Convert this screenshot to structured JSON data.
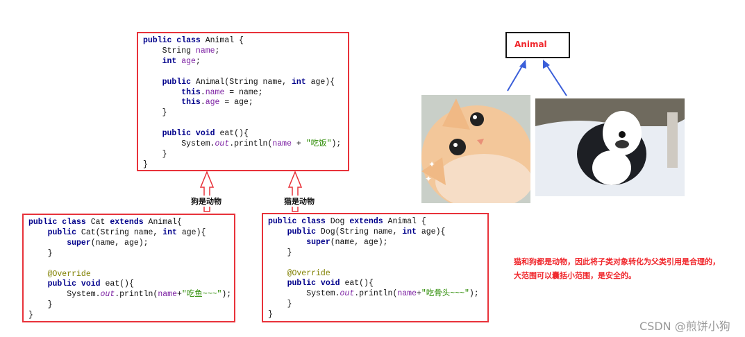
{
  "animal_class": {
    "lines": [
      [
        [
          "public class ",
          "kw"
        ],
        [
          "Animal {",
          ""
        ]
      ],
      [
        [
          "    String ",
          ""
        ],
        [
          "name",
          "fld"
        ],
        [
          ";",
          ""
        ]
      ],
      [
        [
          "    ",
          ""
        ],
        [
          "int ",
          "kw"
        ],
        [
          "age",
          "fld"
        ],
        [
          ";",
          ""
        ]
      ],
      [
        [
          "",
          ""
        ]
      ],
      [
        [
          "    ",
          ""
        ],
        [
          "public ",
          "kw"
        ],
        [
          "Animal(String name, ",
          ""
        ],
        [
          "int ",
          "kw"
        ],
        [
          "age){",
          ""
        ]
      ],
      [
        [
          "        ",
          ""
        ],
        [
          "this",
          "kw"
        ],
        [
          ".",
          ""
        ],
        [
          "name",
          "fld"
        ],
        [
          " = name;",
          ""
        ]
      ],
      [
        [
          "        ",
          ""
        ],
        [
          "this",
          "kw"
        ],
        [
          ".",
          ""
        ],
        [
          "age",
          "fld"
        ],
        [
          " = age;",
          ""
        ]
      ],
      [
        [
          "    }",
          ""
        ]
      ],
      [
        [
          "",
          ""
        ]
      ],
      [
        [
          "    ",
          ""
        ],
        [
          "public void ",
          "kw"
        ],
        [
          "eat(){",
          ""
        ]
      ],
      [
        [
          "        System.",
          ""
        ],
        [
          "out",
          "it"
        ],
        [
          ".println(",
          ""
        ],
        [
          "name",
          "fld"
        ],
        [
          " + ",
          ""
        ],
        [
          "\"吃饭\"",
          "str"
        ],
        [
          ");",
          ""
        ]
      ],
      [
        [
          "    }",
          ""
        ]
      ],
      [
        [
          "}",
          ""
        ]
      ]
    ]
  },
  "cat_class": {
    "lines": [
      [
        [
          "public class ",
          "kw"
        ],
        [
          "Cat ",
          ""
        ],
        [
          "extends ",
          "kw"
        ],
        [
          "Animal{",
          ""
        ]
      ],
      [
        [
          "    ",
          ""
        ],
        [
          "public ",
          "kw"
        ],
        [
          "Cat(String name, ",
          ""
        ],
        [
          "int ",
          "kw"
        ],
        [
          "age){",
          ""
        ]
      ],
      [
        [
          "        ",
          ""
        ],
        [
          "super",
          "kw"
        ],
        [
          "(name, age);",
          ""
        ]
      ],
      [
        [
          "    }",
          ""
        ]
      ],
      [
        [
          "",
          ""
        ]
      ],
      [
        [
          "    @Override",
          "ann"
        ]
      ],
      [
        [
          "    ",
          ""
        ],
        [
          "public void ",
          "kw"
        ],
        [
          "eat(){",
          ""
        ]
      ],
      [
        [
          "        System.",
          ""
        ],
        [
          "out",
          "it"
        ],
        [
          ".println(",
          ""
        ],
        [
          "name",
          "fld"
        ],
        [
          "+",
          ""
        ],
        [
          "\"吃鱼~~~\"",
          "str"
        ],
        [
          ");",
          ""
        ]
      ],
      [
        [
          "    }",
          ""
        ]
      ],
      [
        [
          "}",
          ""
        ]
      ]
    ]
  },
  "dog_class": {
    "lines": [
      [
        [
          "public class ",
          "kw"
        ],
        [
          "Dog ",
          ""
        ],
        [
          "extends ",
          "kw"
        ],
        [
          "Animal {",
          ""
        ]
      ],
      [
        [
          "    ",
          ""
        ],
        [
          "public ",
          "kw"
        ],
        [
          "Dog(String name, ",
          ""
        ],
        [
          "int ",
          "kw"
        ],
        [
          "age){",
          ""
        ]
      ],
      [
        [
          "        ",
          ""
        ],
        [
          "super",
          "kw"
        ],
        [
          "(name, age);",
          ""
        ]
      ],
      [
        [
          "    }",
          ""
        ]
      ],
      [
        [
          "",
          ""
        ]
      ],
      [
        [
          "    @Override",
          "ann"
        ]
      ],
      [
        [
          "    ",
          ""
        ],
        [
          "public void ",
          "kw"
        ],
        [
          "eat(){",
          ""
        ]
      ],
      [
        [
          "        System.",
          ""
        ],
        [
          "out",
          "it"
        ],
        [
          ".println(",
          ""
        ],
        [
          "name",
          "fld"
        ],
        [
          "+",
          ""
        ],
        [
          "\"吃骨头~~~\"",
          "str"
        ],
        [
          ");",
          ""
        ]
      ],
      [
        [
          "    }",
          ""
        ]
      ],
      [
        [
          "}",
          ""
        ]
      ]
    ]
  },
  "labels": {
    "dog_is_animal": "狗是动物",
    "cat_is_animal": "猫是动物"
  },
  "animal_node": "Animal",
  "note": {
    "line1": "猫和狗都是动物，因此将子类对象转化为父类引用是合理的，",
    "line2": "大范围可以囊括小范围，是安全的。"
  },
  "watermark": "CSDN @煎饼小狗",
  "colors": {
    "border": "#e8323a",
    "arrow_blue": "#3b5fd9",
    "note": "#f0282d"
  }
}
